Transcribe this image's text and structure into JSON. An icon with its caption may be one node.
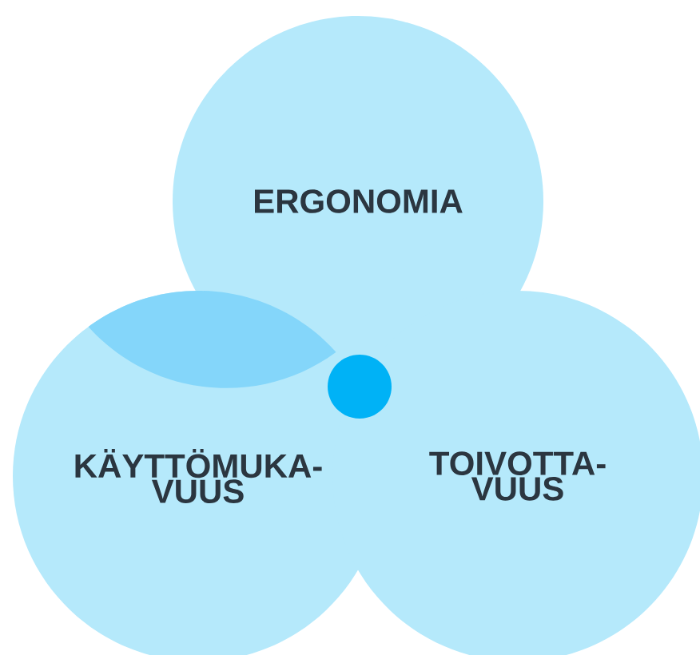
{
  "diagram": {
    "nodes": [
      {
        "text": [
          "ERGONOMIA"
        ]
      },
      {
        "text": [
          "KÄYTTÖMUKA- VUUS"
        ]
      },
      {
        "text": [
          "TOIVOTTA- VUUS"
        ]
      },
      {
        "text": [],
        "shape": "circle"
      }
    ]
  }
}
